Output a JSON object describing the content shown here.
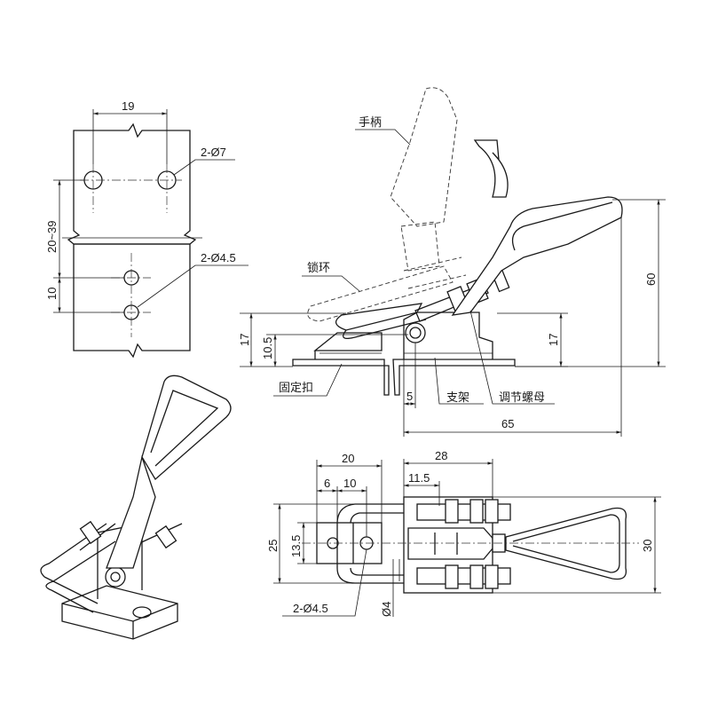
{
  "plate_view": {
    "dim_hole_spacing": "19",
    "dim_large_holes": "2-Ø7",
    "dim_adjust_range": "20~39",
    "dim_small_holes": "2-Ø4.5",
    "dim_small_spacing": "10"
  },
  "side_view": {
    "label_handle": "手柄",
    "label_lock_ring": "锁环",
    "label_catch": "固定扣",
    "label_bracket": "支架",
    "label_adjust_nut": "调节螺母",
    "dim_height_left": "17",
    "dim_pivot_height": "10.5",
    "dim_height_right": "17",
    "dim_total_height": "60",
    "dim_offset": "5",
    "dim_total_length": "65"
  },
  "top_view": {
    "dim_catch_width": "20",
    "dim_hole_edge": "6",
    "dim_hole_pitch": "10",
    "dim_base_length": "28",
    "dim_nut_offset": "11.5",
    "dim_ring_width": "25",
    "dim_catch_height": "13.5",
    "dim_base_width": "30",
    "dim_catch_holes": "2-Ø4.5",
    "dim_base_hole": "Ø4"
  }
}
